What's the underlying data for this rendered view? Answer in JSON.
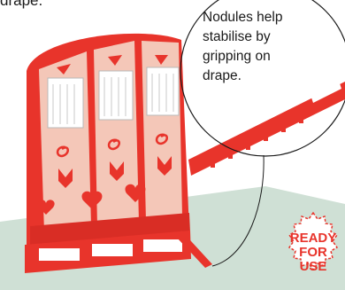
{
  "top_text": "drape.",
  "callout": {
    "lines": [
      "Nodules help",
      "stabilise by",
      "gripping on",
      "drape."
    ]
  },
  "badge": {
    "lines": [
      "READY",
      "FOR",
      "USE"
    ]
  },
  "colors": {
    "frame_red": "#e8342b",
    "light_red": "#f7b8a9",
    "ground": "#cfe0d5",
    "badge_text": "#e8342b"
  }
}
